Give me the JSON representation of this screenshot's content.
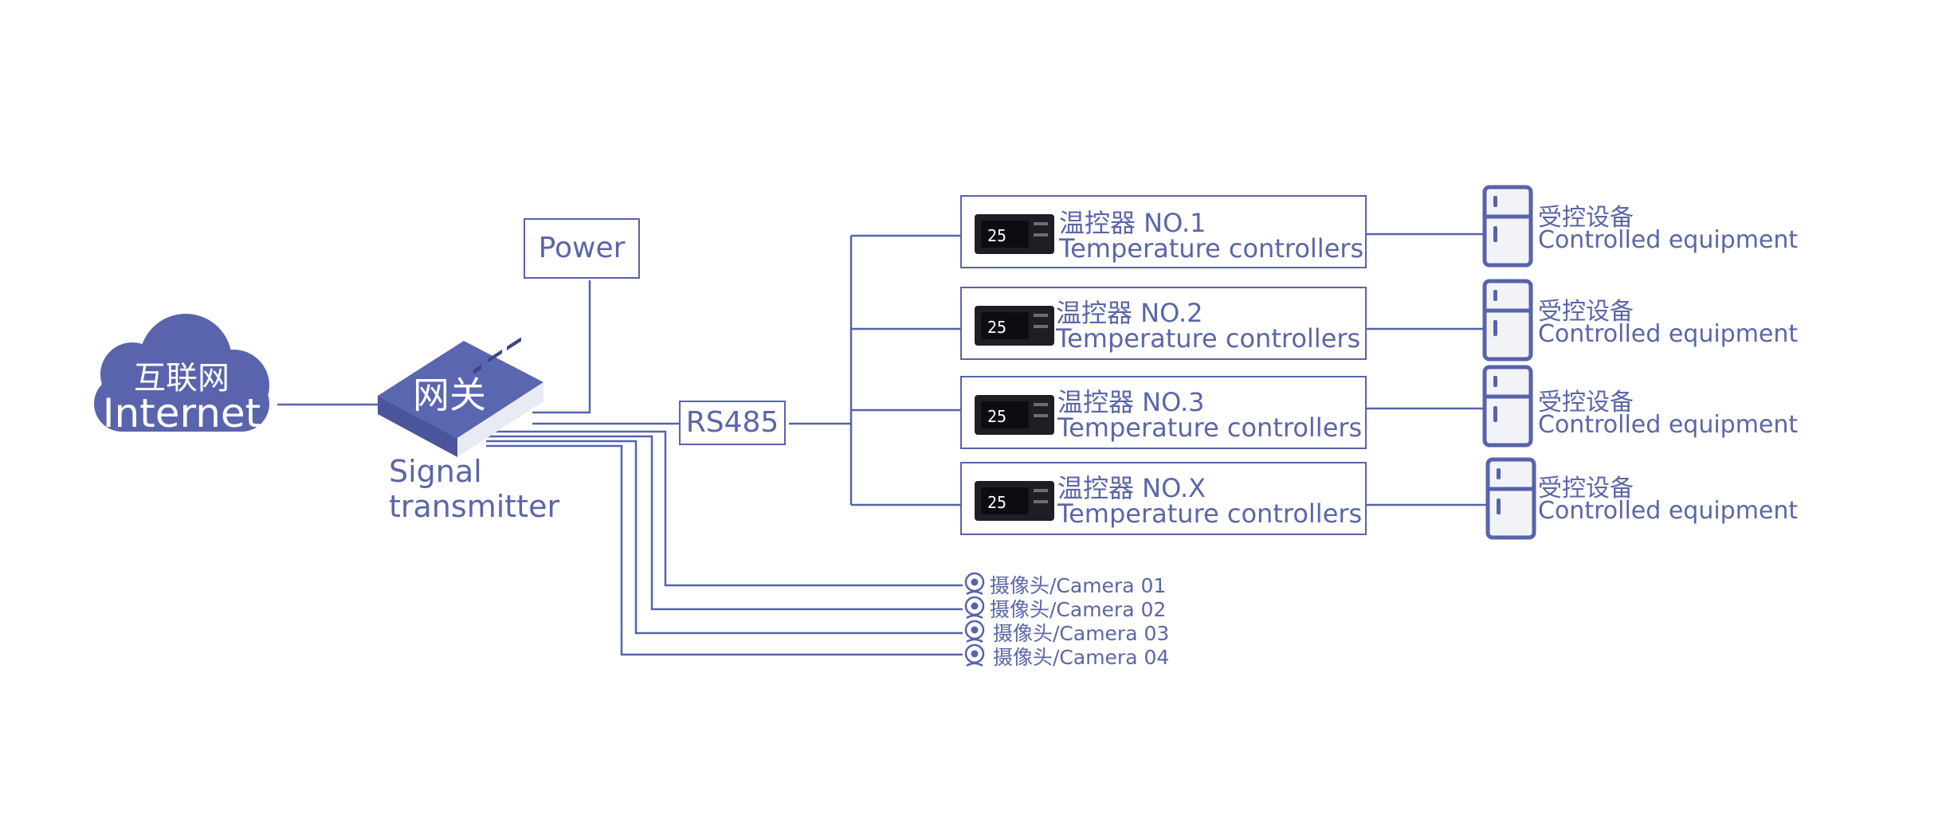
{
  "colors": {
    "primary": "#5763aa",
    "text": "#5a66a8",
    "cloud": "#5a64ad",
    "gateway_top": "#5b66b0"
  },
  "internet": {
    "cn": "互联网",
    "en": "Internet"
  },
  "gateway": {
    "cn": "网关",
    "caption_line1": "Signal",
    "caption_line2": "transmitter"
  },
  "power": {
    "label": "Power"
  },
  "bus": {
    "label": "RS485"
  },
  "controllers": [
    {
      "cn": "温控器 NO.1",
      "en": "Temperature controllers",
      "display": "25"
    },
    {
      "cn": "温控器 NO.2",
      "en": "Temperature controllers",
      "display": "25"
    },
    {
      "cn": "温控器 NO.3",
      "en": "Temperature controllers",
      "display": "25"
    },
    {
      "cn": "温控器 NO.X",
      "en": "Temperature controllers",
      "display": "25"
    }
  ],
  "equipment": [
    {
      "cn": "受控设备",
      "en": "Controlled equipment",
      "icon": "fridge-icon"
    },
    {
      "cn": "受控设备",
      "en": "Controlled equipment",
      "icon": "fridge-icon"
    },
    {
      "cn": "受控设备",
      "en": "Controlled equipment",
      "icon": "fridge-icon"
    },
    {
      "cn": "受控设备",
      "en": "Controlled equipment",
      "icon": "fridge-icon"
    }
  ],
  "cameras": [
    {
      "label": "摄像头/Camera 01",
      "icon": "webcam-icon"
    },
    {
      "label": "摄像头/Camera 02",
      "icon": "webcam-icon"
    },
    {
      "label": "摄像头/Camera 03",
      "icon": "webcam-icon"
    },
    {
      "label": "摄像头/Camera 04",
      "icon": "webcam-icon"
    }
  ]
}
